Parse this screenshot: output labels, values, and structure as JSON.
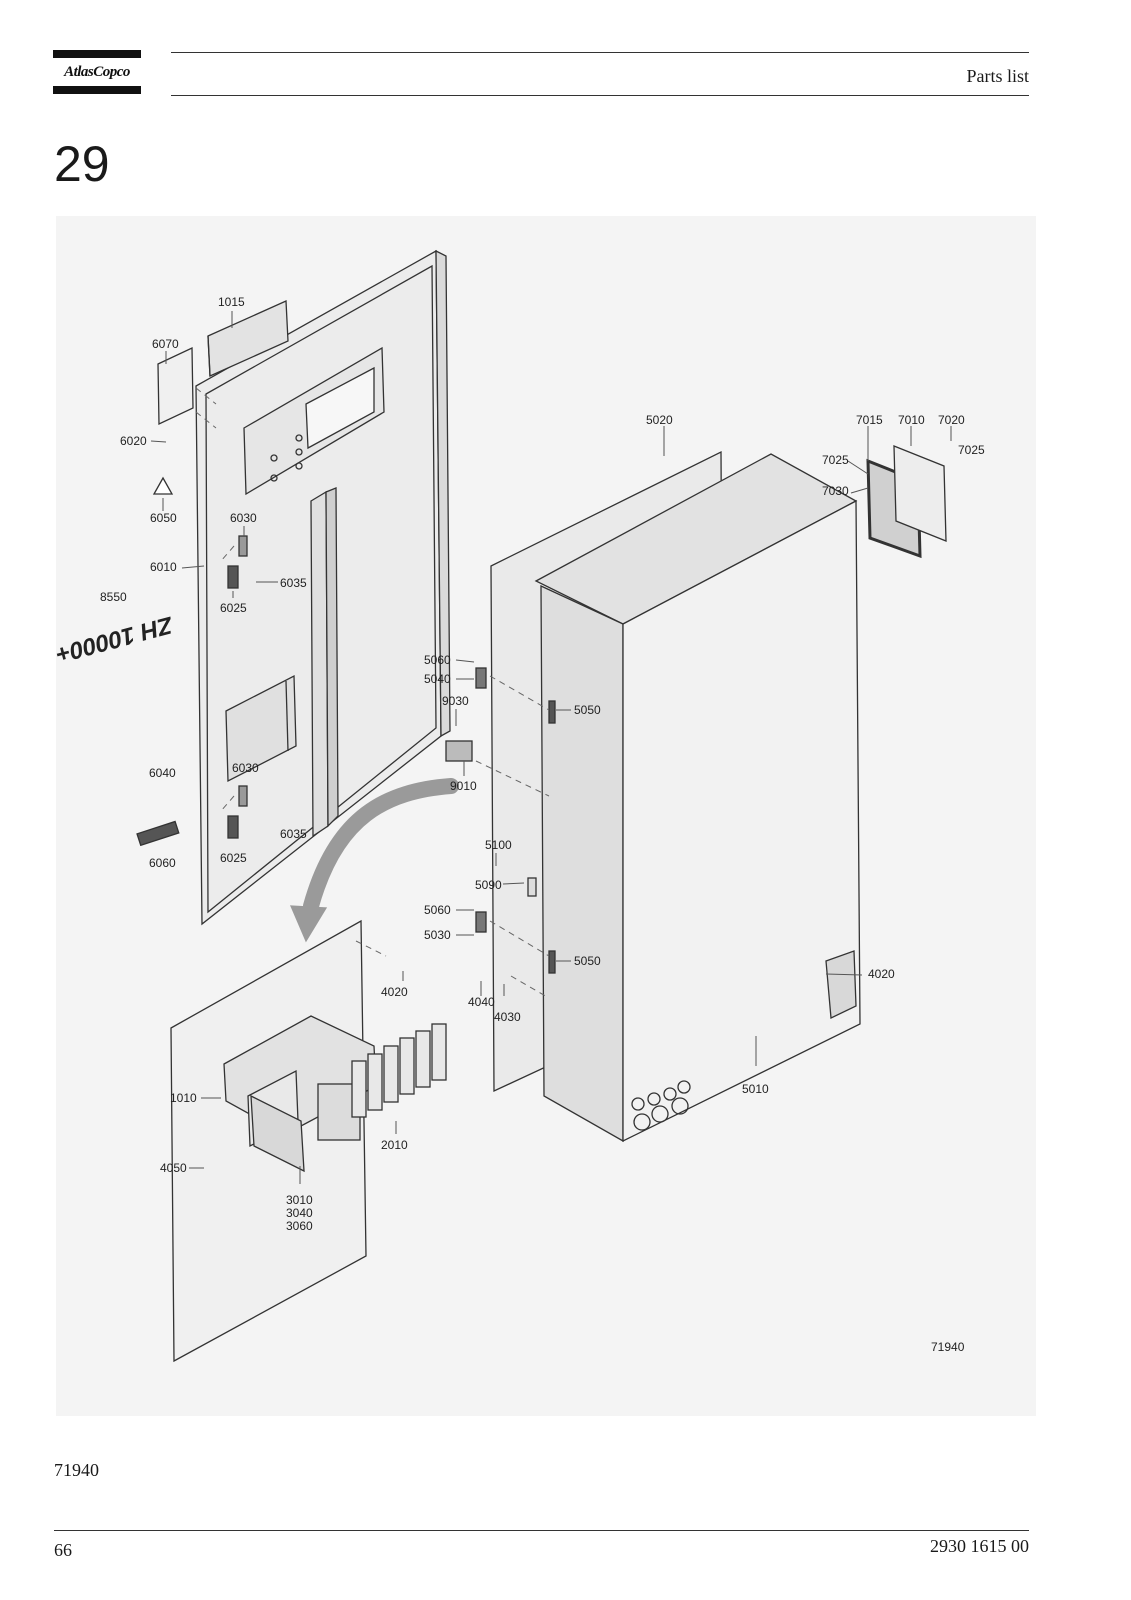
{
  "header": {
    "logo_text": "AtlasCopco",
    "title": "Parts list"
  },
  "section_number": "29",
  "figure": {
    "callouts": {
      "c1015": "1015",
      "c6070": "6070",
      "c6020": "6020",
      "c6050": "6050",
      "c6030a": "6030",
      "c6010": "6010",
      "c6025a": "6025",
      "c6035a": "6035",
      "c8550": "8550",
      "c6040": "6040",
      "c6030b": "6030",
      "c6035b": "6035",
      "c6060": "6060",
      "c6025b": "6025",
      "c5020": "5020",
      "c7015": "7015",
      "c7010": "7010",
      "c7020": "7020",
      "c7025a": "7025",
      "c7025b": "7025",
      "c7030": "7030",
      "c5060a": "5060",
      "c5040": "5040",
      "c9030": "9030",
      "c5050a": "5050",
      "c9010": "9010",
      "c5100": "5100",
      "c5090": "5090",
      "c5060b": "5060",
      "c5030": "5030",
      "c5050b": "5050",
      "c4040": "4040",
      "c4030": "4030",
      "c4020a": "4020",
      "c4020b": "4020",
      "c5010": "5010",
      "c1010": "1010",
      "c2010": "2010",
      "c4050": "4050",
      "c3010": "3010",
      "c3040": "3040",
      "c3060": "3060"
    },
    "decal_text": "ZH 10000+",
    "drawing_id": "71940"
  },
  "figure_reference": "71940",
  "footer": {
    "page_number": "66",
    "document_number": "2930 1615 00"
  }
}
